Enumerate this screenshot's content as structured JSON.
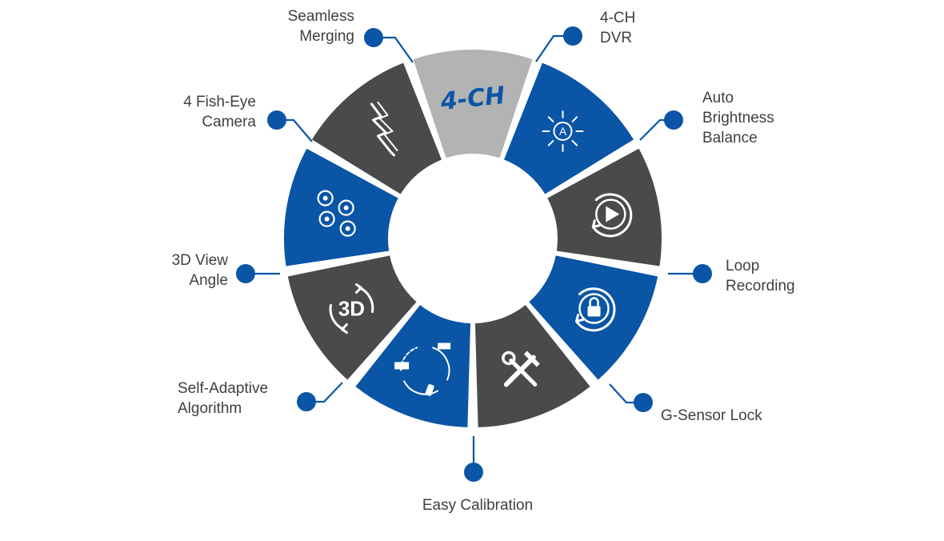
{
  "colors": {
    "blue": "#0a55a6",
    "dark": "#4a4a4a",
    "light": "#b3b3b3",
    "label": "#3f3f3f",
    "white": "#ffffff"
  },
  "segments": [
    {
      "id": "4ch-dvr",
      "label": "4-CH\nDVR",
      "color": "light",
      "icon": "4ch-text-icon",
      "icon_text": "4-CH"
    },
    {
      "id": "auto-brightness",
      "label": "Auto\nBrightness\nBalance",
      "color": "blue",
      "icon": "sun-a-icon",
      "icon_text": "A"
    },
    {
      "id": "loop-recording",
      "label": "Loop\nRecording",
      "color": "dark",
      "icon": "play-loop-icon"
    },
    {
      "id": "g-sensor-lock",
      "label": "G-Sensor Lock",
      "color": "blue",
      "icon": "lock-loop-icon"
    },
    {
      "id": "easy-calibration",
      "label": "Easy Calibration",
      "color": "dark",
      "icon": "tools-icon"
    },
    {
      "id": "self-adaptive",
      "label": "Self-Adaptive\nAlgorithm",
      "color": "blue",
      "icon": "vehicles-cycle-icon"
    },
    {
      "id": "3d-view",
      "label": "3D View\nAngle",
      "color": "dark",
      "icon": "3d-rotate-icon",
      "icon_text": "3D"
    },
    {
      "id": "fish-eye",
      "label": "4 Fish-Eye\nCamera",
      "color": "blue",
      "icon": "cameras-icon"
    },
    {
      "id": "seamless",
      "label": "Seamless\nMerging",
      "color": "dark",
      "icon": "zigzag-icon"
    }
  ]
}
